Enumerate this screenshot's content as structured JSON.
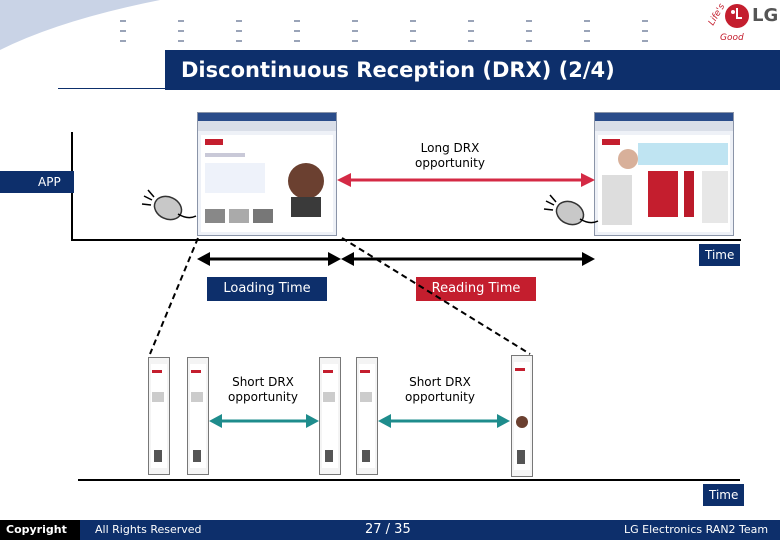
{
  "slide": {
    "title": "Discontinuous Reception (DRX) (2/4)",
    "app_label": "APP",
    "long_drx_label": "Long DRX\nopportunity",
    "time_label_top": "Time",
    "time_label_bottom": "Time",
    "loading_time_label": "Loading Time",
    "reading_time_label": "Reading Time",
    "short_drx_left": "Short DRX\nopportunity",
    "short_drx_right": "Short DRX\nopportunity"
  },
  "logo": {
    "brand": "LG",
    "slogan": "Life's Good",
    "brand_color": "#c41e2e"
  },
  "footer": {
    "copyright": "Copyright",
    "rights": "All Rights Reserved",
    "page_number": "27 / 35",
    "team": "LG Electronics RAN2 Team"
  },
  "colors": {
    "navy": "#0d2f6b",
    "red_arrow": "#d42a45",
    "teal_arrow": "#1e8c8c",
    "black": "#000000"
  },
  "icons": [
    "mouse-click-icon",
    "lg-logo-icon"
  ]
}
